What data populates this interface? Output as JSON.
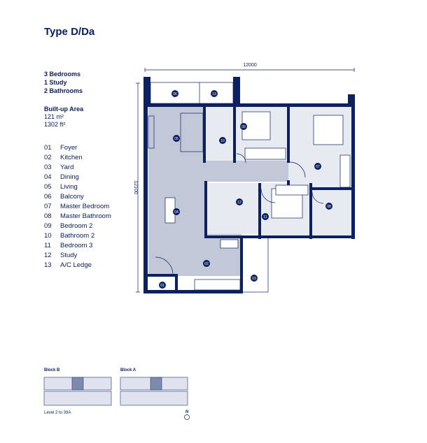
{
  "title": "Type D/Da",
  "summary": [
    "3 Bedrooms",
    "1 Study",
    "2 Bathrooms"
  ],
  "area": {
    "heading": "Built-up Area",
    "metric": "121 m²",
    "imperial": "1302 ft²"
  },
  "legend": [
    {
      "num": "01",
      "name": "Foyer"
    },
    {
      "num": "02",
      "name": "Kitchen"
    },
    {
      "num": "03",
      "name": "Yard"
    },
    {
      "num": "04",
      "name": "Dining"
    },
    {
      "num": "05",
      "name": "Living"
    },
    {
      "num": "06",
      "name": "Balcony"
    },
    {
      "num": "07",
      "name": "Master Bedroom"
    },
    {
      "num": "08",
      "name": "Master Bathroom"
    },
    {
      "num": "09",
      "name": "Bedroom 2"
    },
    {
      "num": "10",
      "name": "Bathroom 2"
    },
    {
      "num": "11",
      "name": "Bedroom 3"
    },
    {
      "num": "12",
      "name": "Study"
    },
    {
      "num": "13",
      "name": "A/C Ledge"
    }
  ],
  "plan": {
    "width_dim": "12000",
    "height_dim": "12100"
  },
  "keyplan": {
    "block_b": "Block B",
    "block_a": "Block A",
    "levels": "Level 2 to 39A",
    "north": "N"
  },
  "colors": {
    "navy": "#0d2060",
    "shaded": "#c3c8d8",
    "room": "#e8eaf1"
  }
}
